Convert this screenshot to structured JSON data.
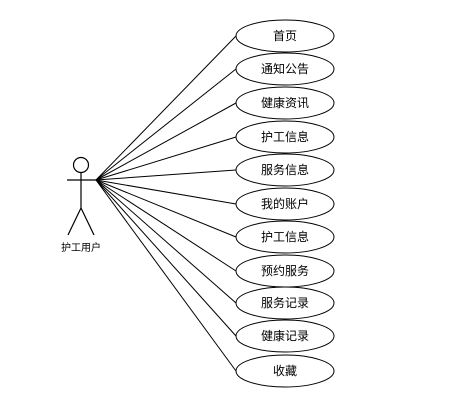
{
  "actor": {
    "label": "护工用户"
  },
  "use_cases": [
    {
      "label": "首页"
    },
    {
      "label": "通知公告"
    },
    {
      "label": "健康资讯"
    },
    {
      "label": "护工信息"
    },
    {
      "label": "服务信息"
    },
    {
      "label": "我的账户"
    },
    {
      "label": "护工信息"
    },
    {
      "label": "预约服务"
    },
    {
      "label": "服务记录"
    },
    {
      "label": "健康记录"
    },
    {
      "label": "收藏"
    }
  ]
}
